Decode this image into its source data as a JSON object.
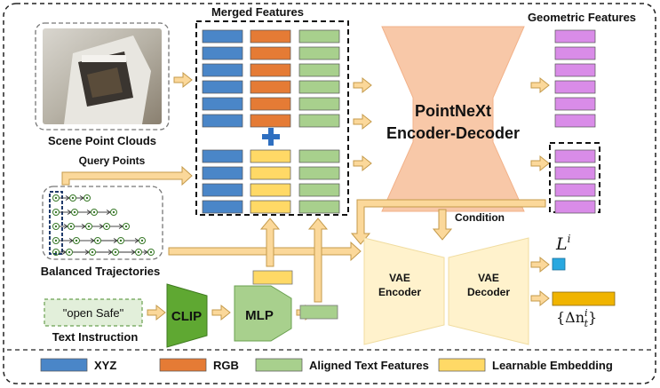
{
  "labels": {
    "merged_features": "Merged Features",
    "geometric_features": "Geometric Features",
    "scene_point_clouds": "Scene Point Clouds",
    "query_points": "Query Points",
    "balanced_trajectories": "Balanced Trajectories",
    "text_instruction": "Text Instruction",
    "instruction_text": "\"open Safe\"",
    "clip": "CLIP",
    "mlp": "MLP",
    "pointnext_line1": "PointNeXt",
    "pointnext_line2": "Encoder-Decoder",
    "condition": "Condition",
    "vae_encoder_line1": "VAE",
    "vae_encoder_line2": "Encoder",
    "vae_decoder_line1": "VAE",
    "vae_decoder_line2": "Decoder",
    "output_L_base": "L",
    "output_L_sup": "i",
    "output_delta_prefix": "{Δn",
    "output_delta_sup": "i",
    "output_delta_sub": "t",
    "output_delta_suffix": "}"
  },
  "legend": [
    {
      "label": "XYZ",
      "color": "#4a86c8"
    },
    {
      "label": "RGB",
      "color": "#e57b35"
    },
    {
      "label": "Aligned Text Features",
      "color": "#a8d08d"
    },
    {
      "label": "Learnable Embedding",
      "color": "#ffd966"
    }
  ],
  "colors": {
    "xyz": "#4a86c8",
    "rgb": "#e57b35",
    "text_feature": "#a8d08d",
    "learnable": "#ffd966",
    "geometric": "#d98ce8",
    "pointnext": "#f8c8a8",
    "vae": "#fff2cc",
    "clip": "#5fa832",
    "mlp": "#a8d08d",
    "arrow_fill": "#fbd89a",
    "arrow_stroke": "#c49a4a",
    "output_L": "#29a8e0",
    "output_delta": "#f0b400"
  }
}
